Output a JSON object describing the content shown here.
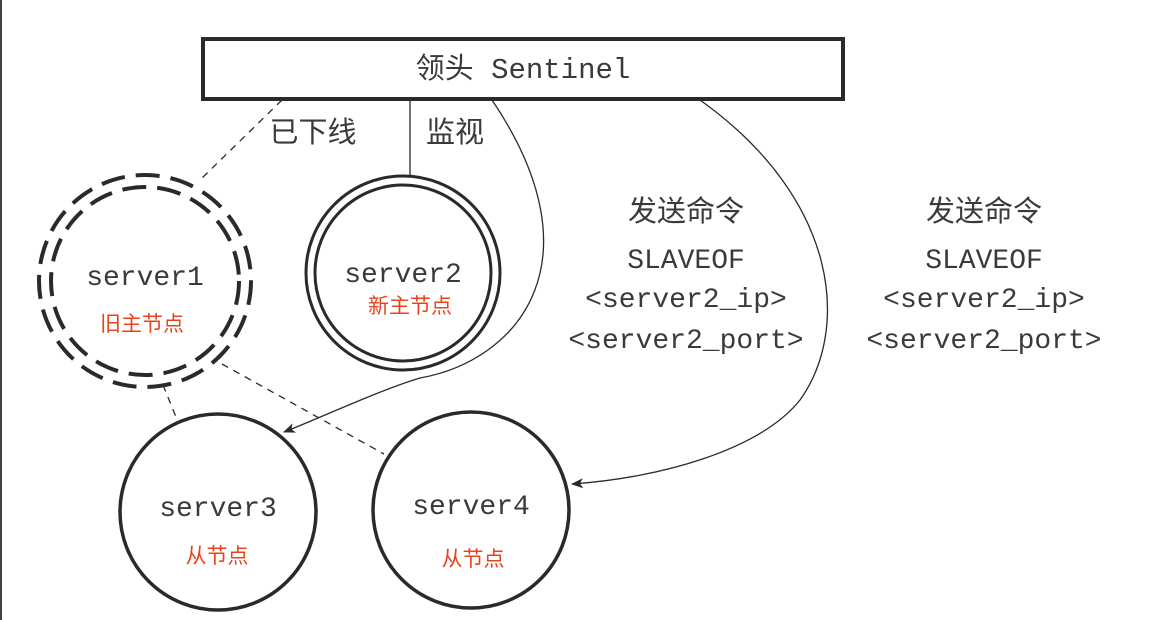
{
  "colors": {
    "stroke": "#2a2a2a",
    "text": "#3a3a3a",
    "accent": "#e8431c"
  },
  "leader": {
    "label": "领头 Sentinel"
  },
  "links": {
    "offline_label": "已下线",
    "monitor_label": "监视"
  },
  "commands": [
    {
      "line1": "发送命令",
      "line2": "SLAVEOF",
      "line3": "<server2_ip>",
      "line4": "<server2_port>"
    },
    {
      "line1": "发送命令",
      "line2": "SLAVEOF",
      "line3": "<server2_ip>",
      "line4": "<server2_port>"
    }
  ],
  "servers": {
    "server1": {
      "name": "server1",
      "role": "旧主节点"
    },
    "server2": {
      "name": "server2",
      "role": "新主节点"
    },
    "server3": {
      "name": "server3",
      "role": "从节点"
    },
    "server4": {
      "name": "server4",
      "role": "从节点"
    }
  }
}
